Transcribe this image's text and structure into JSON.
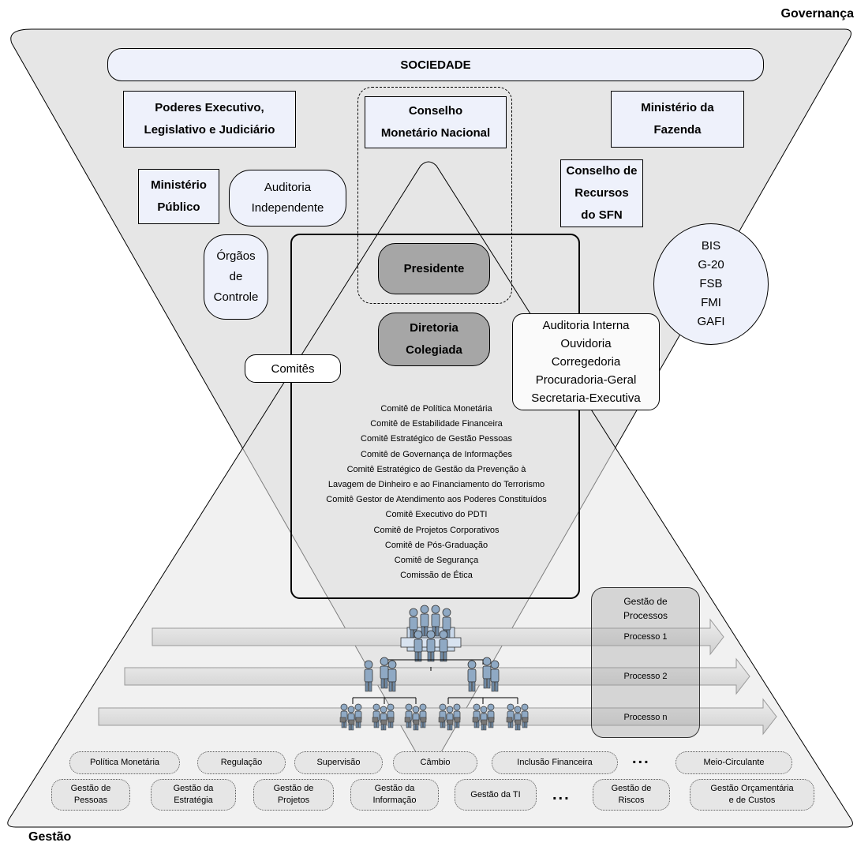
{
  "corners": {
    "top_right": "Governança",
    "bottom_left": "Gestão"
  },
  "society": "SOCIEDADE",
  "top_boxes": {
    "poderes": "Poderes Executivo,\nLegislativo e Judiciário",
    "conselho_monetario": "Conselho\nMonetário Nacional",
    "ministerio_fazenda": "Ministério da\nFazenda",
    "ministerio_publico": "Ministério\nPúblico",
    "auditoria_independente": "Auditoria\nIndependente",
    "conselho_recursos": "Conselho de\nRecursos\ndo SFN",
    "orgaos_controle": "Órgãos\nde\nControle"
  },
  "international": "BIS\nG-20\nFSB\nFMI\nGAFI",
  "presidente": "Presidente",
  "diretoria": "Diretoria\nColegiada",
  "comites_label": "Comitês",
  "internal_units": "Auditoria Interna\nOuvidoria\nCorregedoria\nProcuradoria-Geral\nSecretaria-Executiva",
  "committees": [
    "Comitê de Política Monetária",
    "Comitê de Estabilidade Financeira",
    "Comitê Estratégico de Gestão Pessoas",
    "Comitê de Governança de Informações",
    "Comitê Estratégico de Gestão da Prevenção à",
    "Lavagem de Dinheiro e ao Financiamento do Terrorismo",
    "Comitê Gestor de Atendimento aos Poderes Constituídos",
    "Comitê Executivo do PDTI",
    "Comitê de Projetos Corporativos",
    "Comitê de Pós-Graduação",
    "Comitê de Segurança",
    "Comissão de Ética"
  ],
  "process_management": {
    "title": "Gestão de\nProcessos",
    "processes": [
      "Processo 1",
      "Processo 2",
      "Processo n"
    ]
  },
  "business_areas": [
    "Política Monetária",
    "Regulação",
    "Supervisão",
    "Câmbio",
    "Inclusão Financeira",
    "Meio-Circulante"
  ],
  "management_areas": [
    "Gestão de\nPessoas",
    "Gestão da\nEstratégia",
    "Gestão de\nProjetos",
    "Gestão da\nInformação",
    "Gestão da TI",
    "Gestão de\nRiscos",
    "Gestão Orçamentária\ne de Custos"
  ],
  "ellipsis": "...",
  "colors": {
    "hourglass_fill": "#e6e6e6",
    "box_fill": "#eef1fb",
    "leader_fill": "#a6a6a6",
    "arrow_fill": "#d9d9d9",
    "people_fill": "#8fa9c4"
  }
}
